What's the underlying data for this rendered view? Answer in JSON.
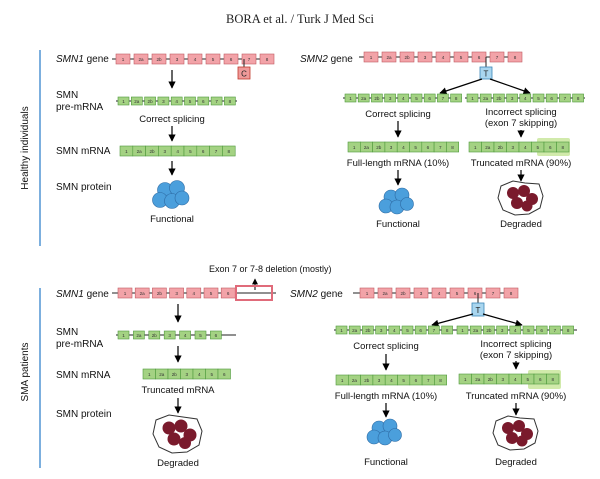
{
  "header": "BORA et al. / Turk J Med Sci",
  "colors": {
    "gene_exon": "#f2a3a8",
    "rna_exon": "#a4d283",
    "exon_border": "#4f9a3d",
    "nucleotide_c": "#ef9a9a",
    "nucleotide_t": "#a9d6ef",
    "functional_protein": "#4b9fdc",
    "degraded_protein": "#7a1a2c",
    "highlight": "#cfe9a6",
    "divider": "#5b9bd5"
  },
  "exon_labels": [
    "1",
    "2a",
    "2b",
    "3",
    "4",
    "5",
    "6",
    "7",
    "8"
  ],
  "healthy": {
    "section_label": "Healthy individuals",
    "row_labels": {
      "gene_smn1_italic": "SMN1",
      "gene_smn2_italic": "SMN2",
      "gene_suffix": "gene",
      "pre_mrna_line1": "SMN",
      "pre_mrna_line2": "pre-mRNA",
      "mrna": "SMN mRNA",
      "protein": "SMN protein"
    },
    "smn1_nucleotide": "C",
    "smn2_nucleotide": "T",
    "smn1_splicing": "Correct splicing",
    "smn1_result": "Functional",
    "smn2_correct_splicing": "Correct splicing",
    "smn2_full_length": "Full-length mRNA (10%)",
    "smn2_functional": "Functional",
    "smn2_incorrect_line1": "Incorrect splicing",
    "smn2_incorrect_line2": "(exon 7 skipping)",
    "smn2_truncated": "Truncated mRNA (90%)",
    "smn2_degraded": "Degraded"
  },
  "sma": {
    "section_label": "SMA patients",
    "deletion_note": "Exon 7 or  7-8 deletion (mostly)",
    "row_labels": {
      "gene_smn1_italic": "SMN1",
      "gene_smn2_italic": "SMN2",
      "gene_suffix": "gene",
      "pre_mrna_line1": "SMN",
      "pre_mrna_line2": "pre-mRNA",
      "mrna": "SMN mRNA",
      "protein": "SMN protein"
    },
    "smn1_truncated": "Truncated mRNA",
    "smn1_degraded": "Degraded",
    "smn2_nucleotide": "T",
    "smn2_correct_splicing": "Correct splicing",
    "smn2_full_length": "Full-length mRNA (10%)",
    "smn2_functional": "Functional",
    "smn2_incorrect_line1": "Incorrect splicing",
    "smn2_incorrect_line2": "(exon 7 skipping)",
    "smn2_truncated": "Truncated mRNA (90%)",
    "smn2_degraded": "Degraded"
  }
}
